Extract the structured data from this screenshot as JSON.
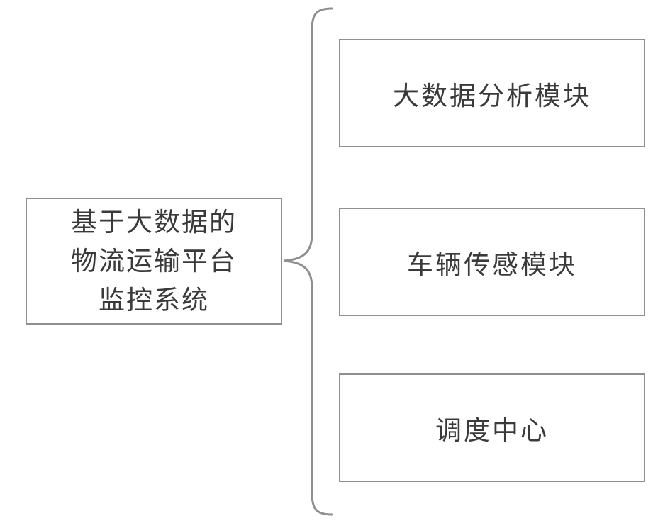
{
  "diagram": {
    "root": {
      "label": "基于大数据的\n物流运输平台\n监控系统"
    },
    "modules": [
      {
        "label": "大数据分析模块"
      },
      {
        "label": "车辆传感模块"
      },
      {
        "label": "调度中心"
      }
    ],
    "colors": {
      "border": "#8f8f8f",
      "text": "#3a3a3a",
      "background": "#ffffff"
    }
  }
}
